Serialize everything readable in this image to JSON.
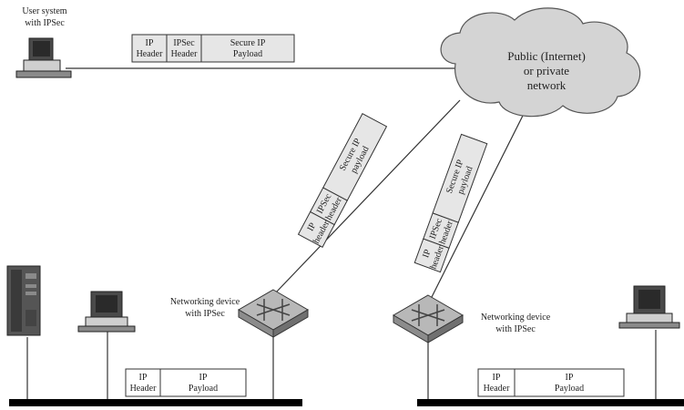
{
  "user_system": {
    "line1": "User system",
    "line2": "with IPSec"
  },
  "cloud": {
    "line1": "Public (Internet)",
    "line2": "or private",
    "line3": "network"
  },
  "top_packet": {
    "f1a": "IP",
    "f1b": "Header",
    "f2a": "IPSec",
    "f2b": "Header",
    "f3a": "Secure IP",
    "f3b": "Payload"
  },
  "left_tunnel_packet": {
    "f1a": "IP",
    "f1b": "header",
    "f2a": "IPSec",
    "f2b": "header",
    "f3a": "Secure IP",
    "f3b": "payload"
  },
  "right_tunnel_packet": {
    "f1a": "IP",
    "f1b": "header",
    "f2a": "IPSec",
    "f2b": "header",
    "f3a": "Secure IP",
    "f3b": "payload"
  },
  "left_router": {
    "line1": "Networking device",
    "line2": "with IPSec"
  },
  "right_router": {
    "line1": "Networking device",
    "line2": "with IPSec"
  },
  "left_lan_packet": {
    "f1a": "IP",
    "f1b": "Header",
    "f2a": "IP",
    "f2b": "Payload"
  },
  "right_lan_packet": {
    "f1a": "IP",
    "f1b": "Header",
    "f2a": "IP",
    "f2b": "Payload"
  },
  "colors": {
    "cloud_fill": "#d4d4d4",
    "packet_fill": "#e6e6e6",
    "device_dark": "#3a3a3a",
    "lan_bar": "#000000"
  }
}
